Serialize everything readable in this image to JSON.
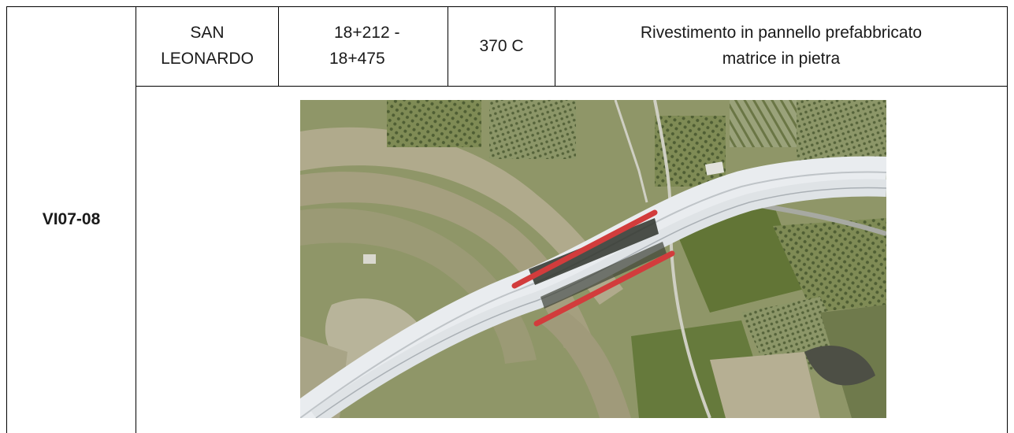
{
  "record": {
    "code": "VI07-08",
    "location": "SAN LEONARDO",
    "location_line1": "SAN",
    "location_line2": "LEONARDO",
    "chainage_line1": "18+212 -",
    "chainage_line2": "18+475",
    "section": "370 C",
    "description_line1": "Rivestimento in pannello prefabbricato",
    "description_line2": "matrice in pietra"
  },
  "photo": {
    "kind": "aerial-photo",
    "highlight_color": "#d23c3c",
    "road_color": "#e9ecef",
    "terrain_color": "#7d8a5a"
  }
}
